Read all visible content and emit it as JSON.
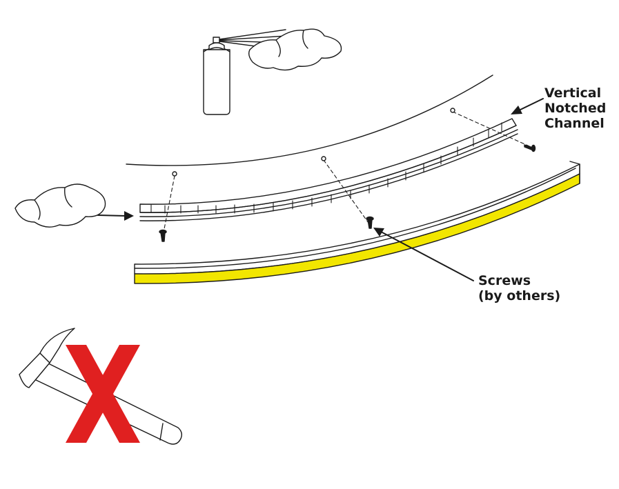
{
  "labels": {
    "channel_line1": "Vertical",
    "channel_line2": "Notched",
    "channel_line3": "Channel",
    "screws_line1": "Screws",
    "screws_line2": "(by others)"
  },
  "colors": {
    "line": "#1a1a1a",
    "gasket": "#f2e600",
    "prohibit": "#e02020"
  },
  "icons": [
    "spray-can-icon",
    "cloth-icon",
    "screw-icon",
    "hammer-icon",
    "prohibit-x-icon"
  ]
}
